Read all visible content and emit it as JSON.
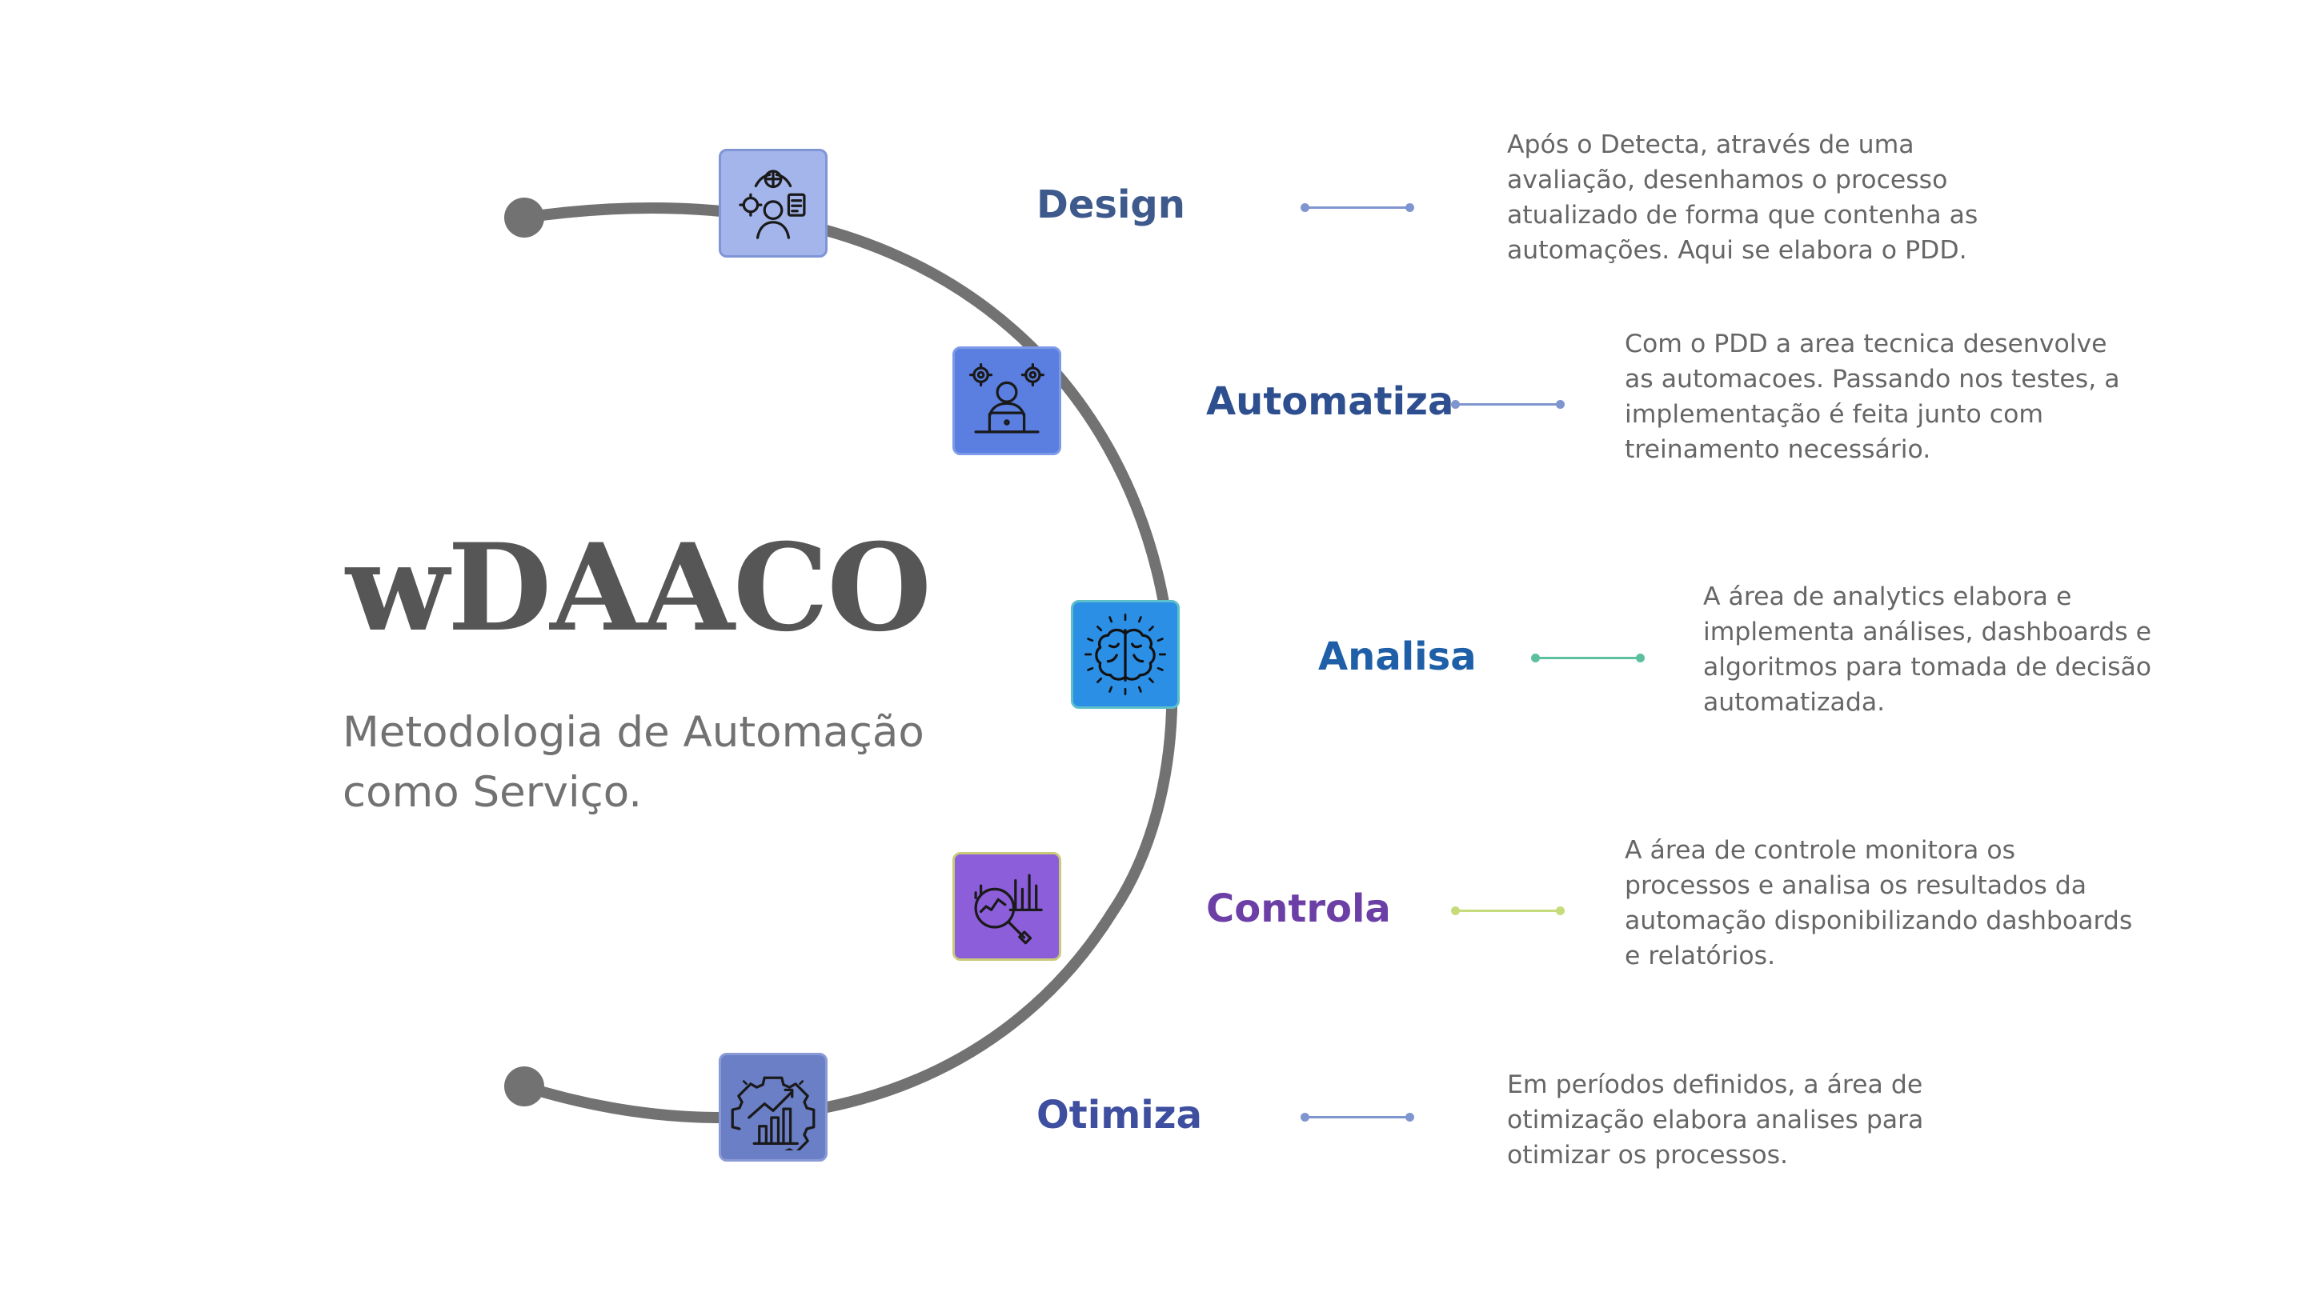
{
  "brand": {
    "title": "wDAACO",
    "subtitle": "Metodologia de Automação como Serviço."
  },
  "colors": {
    "arc": "#727272",
    "text_gray": "#666666"
  },
  "steps": [
    {
      "label": "Design",
      "description": "Após o Detecta, através  de uma avaliação, desenhamos o processo atualizado de forma que contenha as automações. Aqui se elabora o PDD.",
      "icon": "design-team-icon",
      "label_color": "#3e5a8c",
      "tile_color": "#a3b5ea",
      "tile_border": "#7f95d6",
      "connector_color": "#7f95d0"
    },
    {
      "label": "Automatiza",
      "description": "Com o PDD a area tecnica desenvolve as automacoes. Passando nos testes, a implementação é feita junto com treinamento necessário.",
      "icon": "developer-laptop-icon",
      "label_color": "#2e4f8f",
      "tile_color": "#5a7fe0",
      "tile_border": "#7d9ae8",
      "connector_color": "#7f95d0"
    },
    {
      "label": "Analisa",
      "description": "A área de analytics elabora e implementa análises, dashboards e algoritmos para tomada de decisão automatizada.",
      "icon": "brain-icon",
      "label_color": "#1e5fa8",
      "tile_color": "#2b8fe6",
      "tile_border": "#5dbfc9",
      "connector_color": "#5cc0a0"
    },
    {
      "label": "Controla",
      "description": "A área de controle monitora os processos e  analisa os resultados da automação disponibilizando dashboards e relatórios.",
      "icon": "chart-magnifier-icon",
      "label_color": "#6b3fa6",
      "tile_color": "#8c5ed9",
      "tile_border": "#c8cc7a",
      "connector_color": "#c6dc7a"
    },
    {
      "label": "Otimiza",
      "description": "Em períodos definidos, a área de otimização elabora analises para otimizar os processos.",
      "icon": "gear-growth-icon",
      "label_color": "#3e4fa0",
      "tile_color": "#6b7fc6",
      "tile_border": "#8a9ad6",
      "connector_color": "#7f95d0"
    }
  ]
}
